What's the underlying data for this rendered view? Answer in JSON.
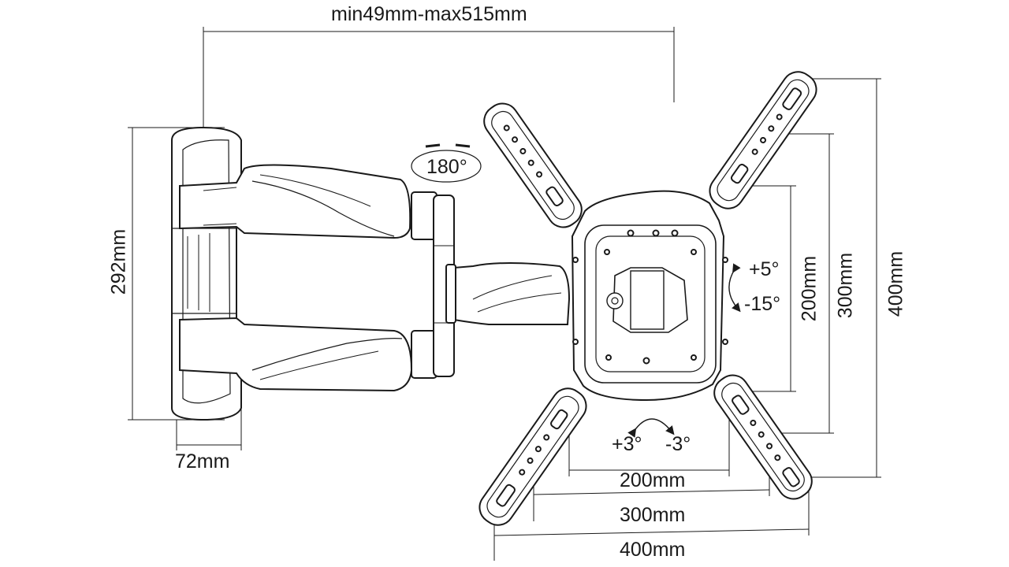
{
  "labels": {
    "depth_range": "min49mm-max515mm",
    "swivel": "180°",
    "wall_plate_height": "292mm",
    "wall_plate_width": "72mm",
    "tilt_up": "+5°",
    "tilt_down": "-15°",
    "rotate_left": "+3°",
    "rotate_right": "-3°",
    "vesa_v_200": "200mm",
    "vesa_v_300": "300mm",
    "vesa_v_400": "400mm",
    "vesa_h_200": "200mm",
    "vesa_h_300": "300mm",
    "vesa_h_400": "400mm"
  },
  "colors": {
    "line": "#1a1a1a",
    "fill": "#ffffff"
  }
}
